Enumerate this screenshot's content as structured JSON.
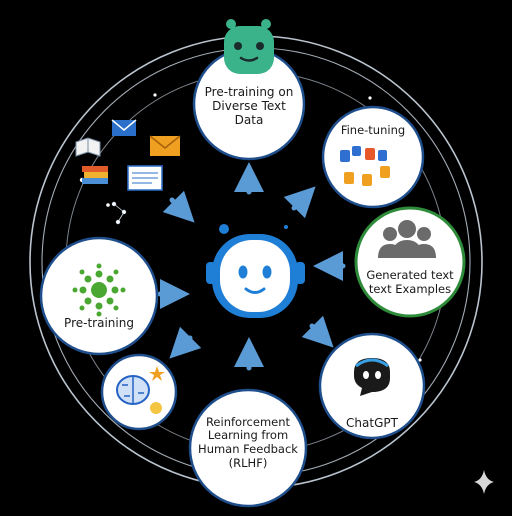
{
  "diagram": {
    "center_icon": "robot-head-icon",
    "nodes": [
      {
        "id": "pretraining-diverse",
        "label": "Pre-training on Diverse Text Data",
        "icon": "green-bot-icon"
      },
      {
        "id": "fine-tuning",
        "label": "Fine-tuning",
        "icon": "thumbs-up-down-icon"
      },
      {
        "id": "generated-text",
        "label": "Generated text text Examples",
        "icon": "people-group-icon"
      },
      {
        "id": "chatgpt",
        "label": "ChatGPT",
        "icon": "chatgpt-bot-icon"
      },
      {
        "id": "rlhf",
        "label": "Reinforcement Learning from Human Feedback (RLHF)",
        "icon": ""
      },
      {
        "id": "brain",
        "label": "",
        "icon": "brain-circuit-icon"
      },
      {
        "id": "pretraining",
        "label": "Pre-training",
        "icon": "network-cluster-icon"
      }
    ],
    "decorations": [
      "book-icon",
      "mail-icon",
      "envelope-icon",
      "books-stack-icon",
      "document-icon",
      "constellation-icon",
      "sparkle-icon"
    ]
  },
  "colors": {
    "background": "#000000",
    "ring": "#dbe6f2",
    "node_fill": "#ffffff",
    "node_stroke": "#1f4e8c",
    "green_stroke": "#2e8b3a",
    "arrow": "#5b9bd5",
    "robot_blue": "#1f7fd6",
    "bot_green": "#3bb38a",
    "cluster_green": "#4aa832"
  }
}
